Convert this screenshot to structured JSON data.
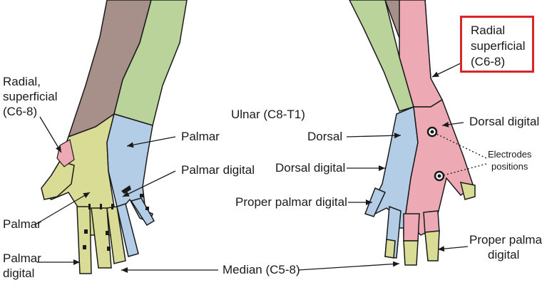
{
  "colors": {
    "radial": "#eeaab4",
    "ulnar": "#b3cde6",
    "median": "#d8dc94",
    "brown": "#a78f8a",
    "green": "#b9d39b",
    "outline": "#1a1a1a",
    "highlight_border": "#d9262b"
  },
  "labels": {
    "radial_superficial_left": [
      "Radial,",
      "superficial",
      "(C6-8)"
    ],
    "palmar_top": "Palmar",
    "palmar_digital_top": "Palmar digital",
    "palmar_left": "Palmar",
    "palmar_digital_left": [
      "Palmar",
      "digital"
    ],
    "ulnar": "Ulnar (C8-T1)",
    "dorsal": "Dorsal",
    "dorsal_digital_mid": "Dorsal digital",
    "proper_palmar_digital_mid": "Proper palmar digital",
    "median": "Median (C5-8)",
    "radial_superficial_box": [
      "Radial",
      "superficial",
      "(C6-8)"
    ],
    "dorsal_digital_right": "Dorsal digital",
    "electrodes_positions": [
      "Electrodes",
      "positions"
    ],
    "proper_palmar_digital_right": [
      "Proper palmar",
      "digital"
    ]
  }
}
